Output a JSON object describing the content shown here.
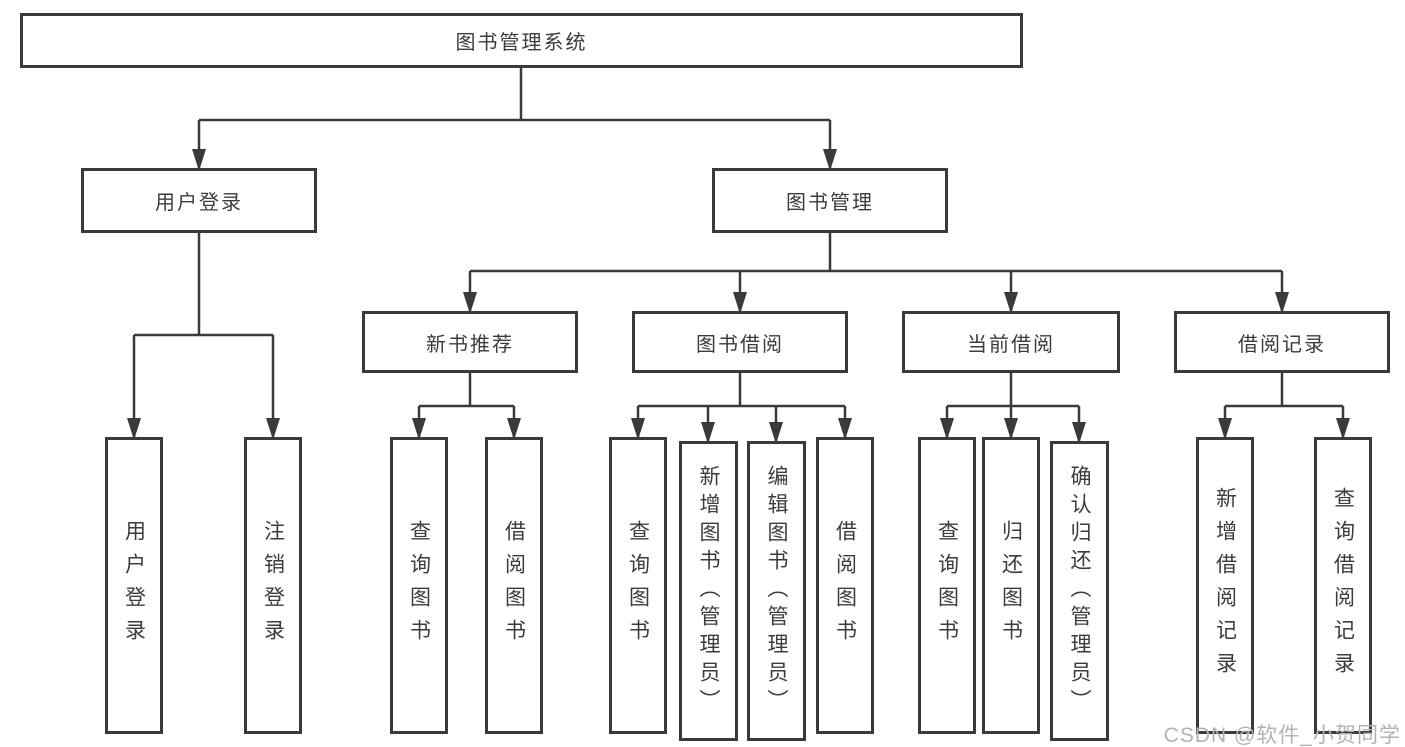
{
  "diagram": {
    "type": "hierarchy-tree",
    "colors": {
      "line": "#3a3a3a",
      "box_border": "#3a3a3a",
      "text": "#3c3c3c",
      "background": "#ffffff",
      "watermark": "#b3b3b3"
    },
    "watermark": "CSDN @软件_小贺同学",
    "nodes": {
      "root": "图书管理系统",
      "userLogin": "用户登录",
      "bookMgmt": "图书管理",
      "newBooks": "新书推荐",
      "bookBorrow": "图书借阅",
      "currentBorrow": "当前借阅",
      "borrowRecords": "借阅记录",
      "leafUserLogin": "用户登录",
      "leafLogout": "注销登录",
      "nbQuery": "查询图书",
      "nbBorrow": "借阅图书",
      "bbQuery": "查询图书",
      "bbAdd": "新增图书（管理员）",
      "bbEdit": "编辑图书（管理员）",
      "bbBorrow": "借阅图书",
      "cbQuery": "查询图书",
      "cbReturn": "归还图书",
      "cbConfirm": "确认归还（管理员）",
      "brAdd": "新增借阅记录",
      "brQuery": "查询借阅记录"
    },
    "edges": [
      [
        "图书管理系统",
        "用户登录"
      ],
      [
        "图书管理系统",
        "图书管理"
      ],
      [
        "用户登录",
        "用户登录(叶)"
      ],
      [
        "用户登录",
        "注销登录"
      ],
      [
        "图书管理",
        "新书推荐"
      ],
      [
        "图书管理",
        "图书借阅"
      ],
      [
        "图书管理",
        "当前借阅"
      ],
      [
        "图书管理",
        "借阅记录"
      ],
      [
        "新书推荐",
        "查询图书"
      ],
      [
        "新书推荐",
        "借阅图书"
      ],
      [
        "图书借阅",
        "查询图书"
      ],
      [
        "图书借阅",
        "新增图书（管理员）"
      ],
      [
        "图书借阅",
        "编辑图书（管理员）"
      ],
      [
        "图书借阅",
        "借阅图书"
      ],
      [
        "当前借阅",
        "查询图书"
      ],
      [
        "当前借阅",
        "归还图书"
      ],
      [
        "当前借阅",
        "确认归还（管理员）"
      ],
      [
        "借阅记录",
        "新增借阅记录"
      ],
      [
        "借阅记录",
        "查询借阅记录"
      ]
    ]
  }
}
